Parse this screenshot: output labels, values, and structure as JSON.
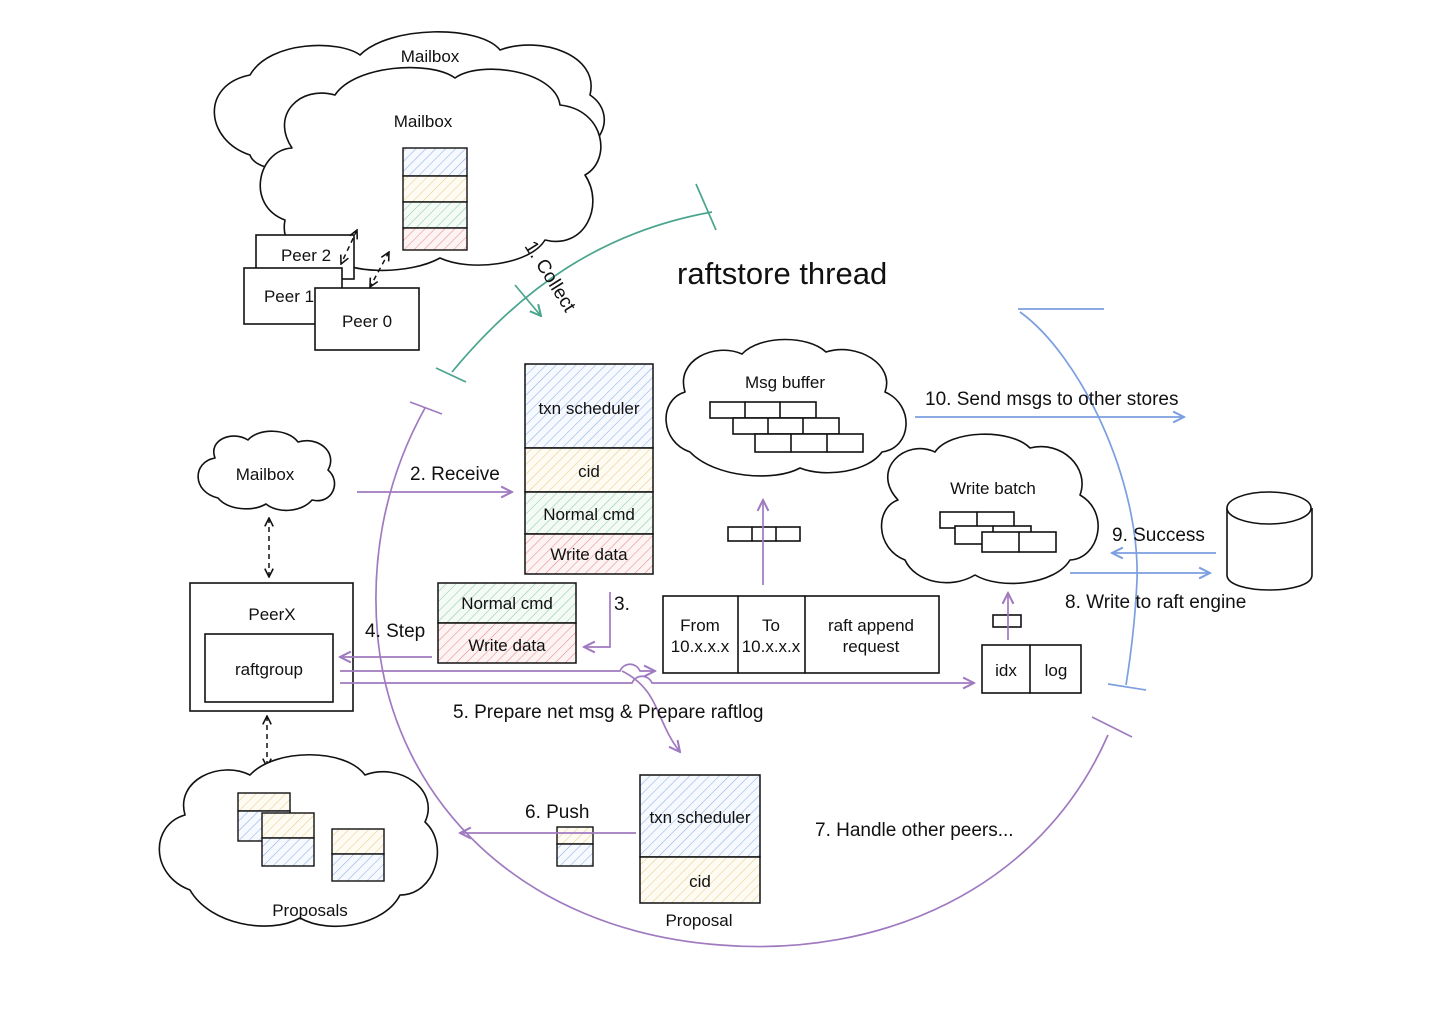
{
  "title": "raftstore thread",
  "colors": {
    "collect": "#4aa58f",
    "loop": "#a07ac0",
    "send": "#7b9fe0",
    "blue_hatch": "#8fb0e6",
    "yellow_hatch": "#e6cd8e",
    "green_hatch": "#8ec9a3",
    "red_hatch": "#e68b8b"
  },
  "mailbox_cluster": {
    "back_label": "Mailbox",
    "front_label": "Mailbox",
    "peers": [
      "Peer 2",
      "Peer 1",
      "Peer 0"
    ]
  },
  "mailbox_small": "Mailbox",
  "peerx": {
    "title": "PeerX",
    "inner": "raftgroup"
  },
  "msg_stack": [
    "txn scheduler",
    "cid",
    "Normal cmd",
    "Write data"
  ],
  "step_stack": [
    "Normal cmd",
    "Write data"
  ],
  "msg_buffer": "Msg buffer",
  "write_batch": "Write batch",
  "net_msg": {
    "from_label": "From",
    "from_addr": "10.x.x.x",
    "to_label": "To",
    "to_addr": "10.x.x.x",
    "body_line1": "raft append",
    "body_line2": "request"
  },
  "raftlog": {
    "idx": "idx",
    "log": "log"
  },
  "proposal": {
    "items": [
      "txn scheduler",
      "cid"
    ],
    "caption": "Proposal"
  },
  "proposals_cloud": "Proposals",
  "steps": {
    "s1": "1. Collect",
    "s2": "2.  Receive",
    "s3": "3.",
    "s4": "4.  Step",
    "s5": "5.  Prepare net msg & Prepare raftlog",
    "s6": "6.  Push",
    "s7": "7.  Handle other peers...",
    "s8": "8.  Write to raft engine",
    "s9": "9.  Success",
    "s10": "10.   Send msgs to other stores"
  }
}
